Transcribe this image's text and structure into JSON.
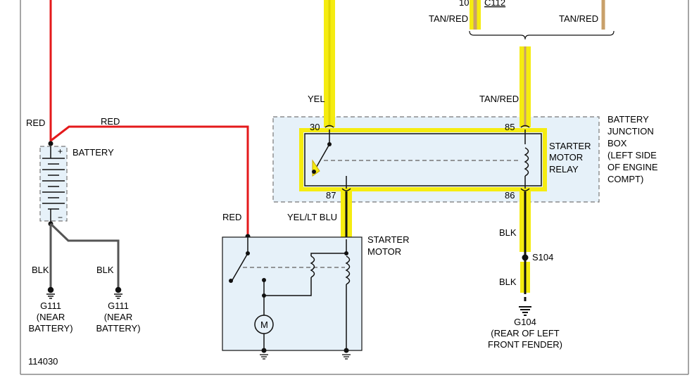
{
  "colors": {
    "red": "#e4191b",
    "yellow": "#f5ec10",
    "tan": "#c8a06a",
    "black": "#111111",
    "gray": "#555555",
    "box_fill": "#e6f1f9"
  },
  "top": {
    "fragment": "10",
    "c112": "C112",
    "tan_red_left": "TAN/RED",
    "tan_red_right": "TAN/RED"
  },
  "wires": {
    "red_battery": "RED",
    "red_top": "RED",
    "red_starter": "RED",
    "yel": "YEL",
    "tan_red": "TAN/RED",
    "yel_lt_blu": "YEL/LT BLU",
    "blk_relay": "BLK",
    "blk_s104": "BLK",
    "blk_g111_left": "BLK",
    "blk_g111_right": "BLK"
  },
  "battery": {
    "label": "BATTERY",
    "plus": "+",
    "minus": "−"
  },
  "junction_box": {
    "lines": [
      "BATTERY",
      "JUNCTION",
      "BOX",
      "(LEFT SIDE",
      "OF ENGINE",
      "COMPT)"
    ]
  },
  "relay": {
    "lines": [
      "STARTER",
      "MOTOR",
      "RELAY"
    ],
    "pin30": "30",
    "pin85": "85",
    "pin87": "87",
    "pin86": "86"
  },
  "starter_motor": {
    "lines": [
      "STARTER",
      "MOTOR"
    ],
    "motor": "M"
  },
  "grounds": {
    "g111_left": [
      "G111",
      "(NEAR",
      "BATTERY)"
    ],
    "g111_right": [
      "G111",
      "(NEAR",
      "BATTERY)"
    ],
    "g104": [
      "G104",
      "(REAR OF LEFT",
      "FRONT FENDER)"
    ]
  },
  "splice": "S104",
  "diagram_id": "114030"
}
